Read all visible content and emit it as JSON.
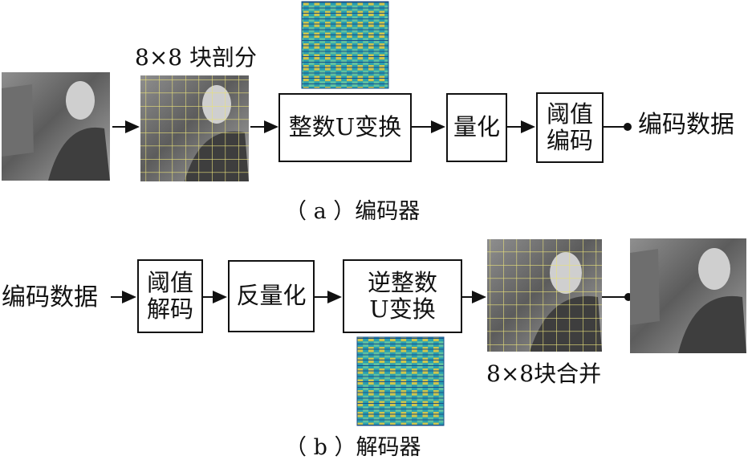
{
  "encoder": {
    "split_label": "8×8 块剖分",
    "transform_box": "整数U变换",
    "quant_box": "量化",
    "threshold_box_line1": "阈值",
    "threshold_box_line2": "编码",
    "output_label": "编码数据",
    "caption": "（ a ）编码器"
  },
  "decoder": {
    "input_label": "编码数据",
    "threshold_box_line1": "阈值",
    "threshold_box_line2": "解码",
    "dequant_box": "反量化",
    "inverse_box_line1": "逆整数",
    "inverse_box_line2": "U变换",
    "merge_label": "8×8块合并",
    "caption": "（ b ）解码器"
  },
  "colors": {
    "line": "#111111",
    "grid": "#e8e07a",
    "basis_a": "#1f8fa0",
    "basis_b": "#c7c24a"
  }
}
